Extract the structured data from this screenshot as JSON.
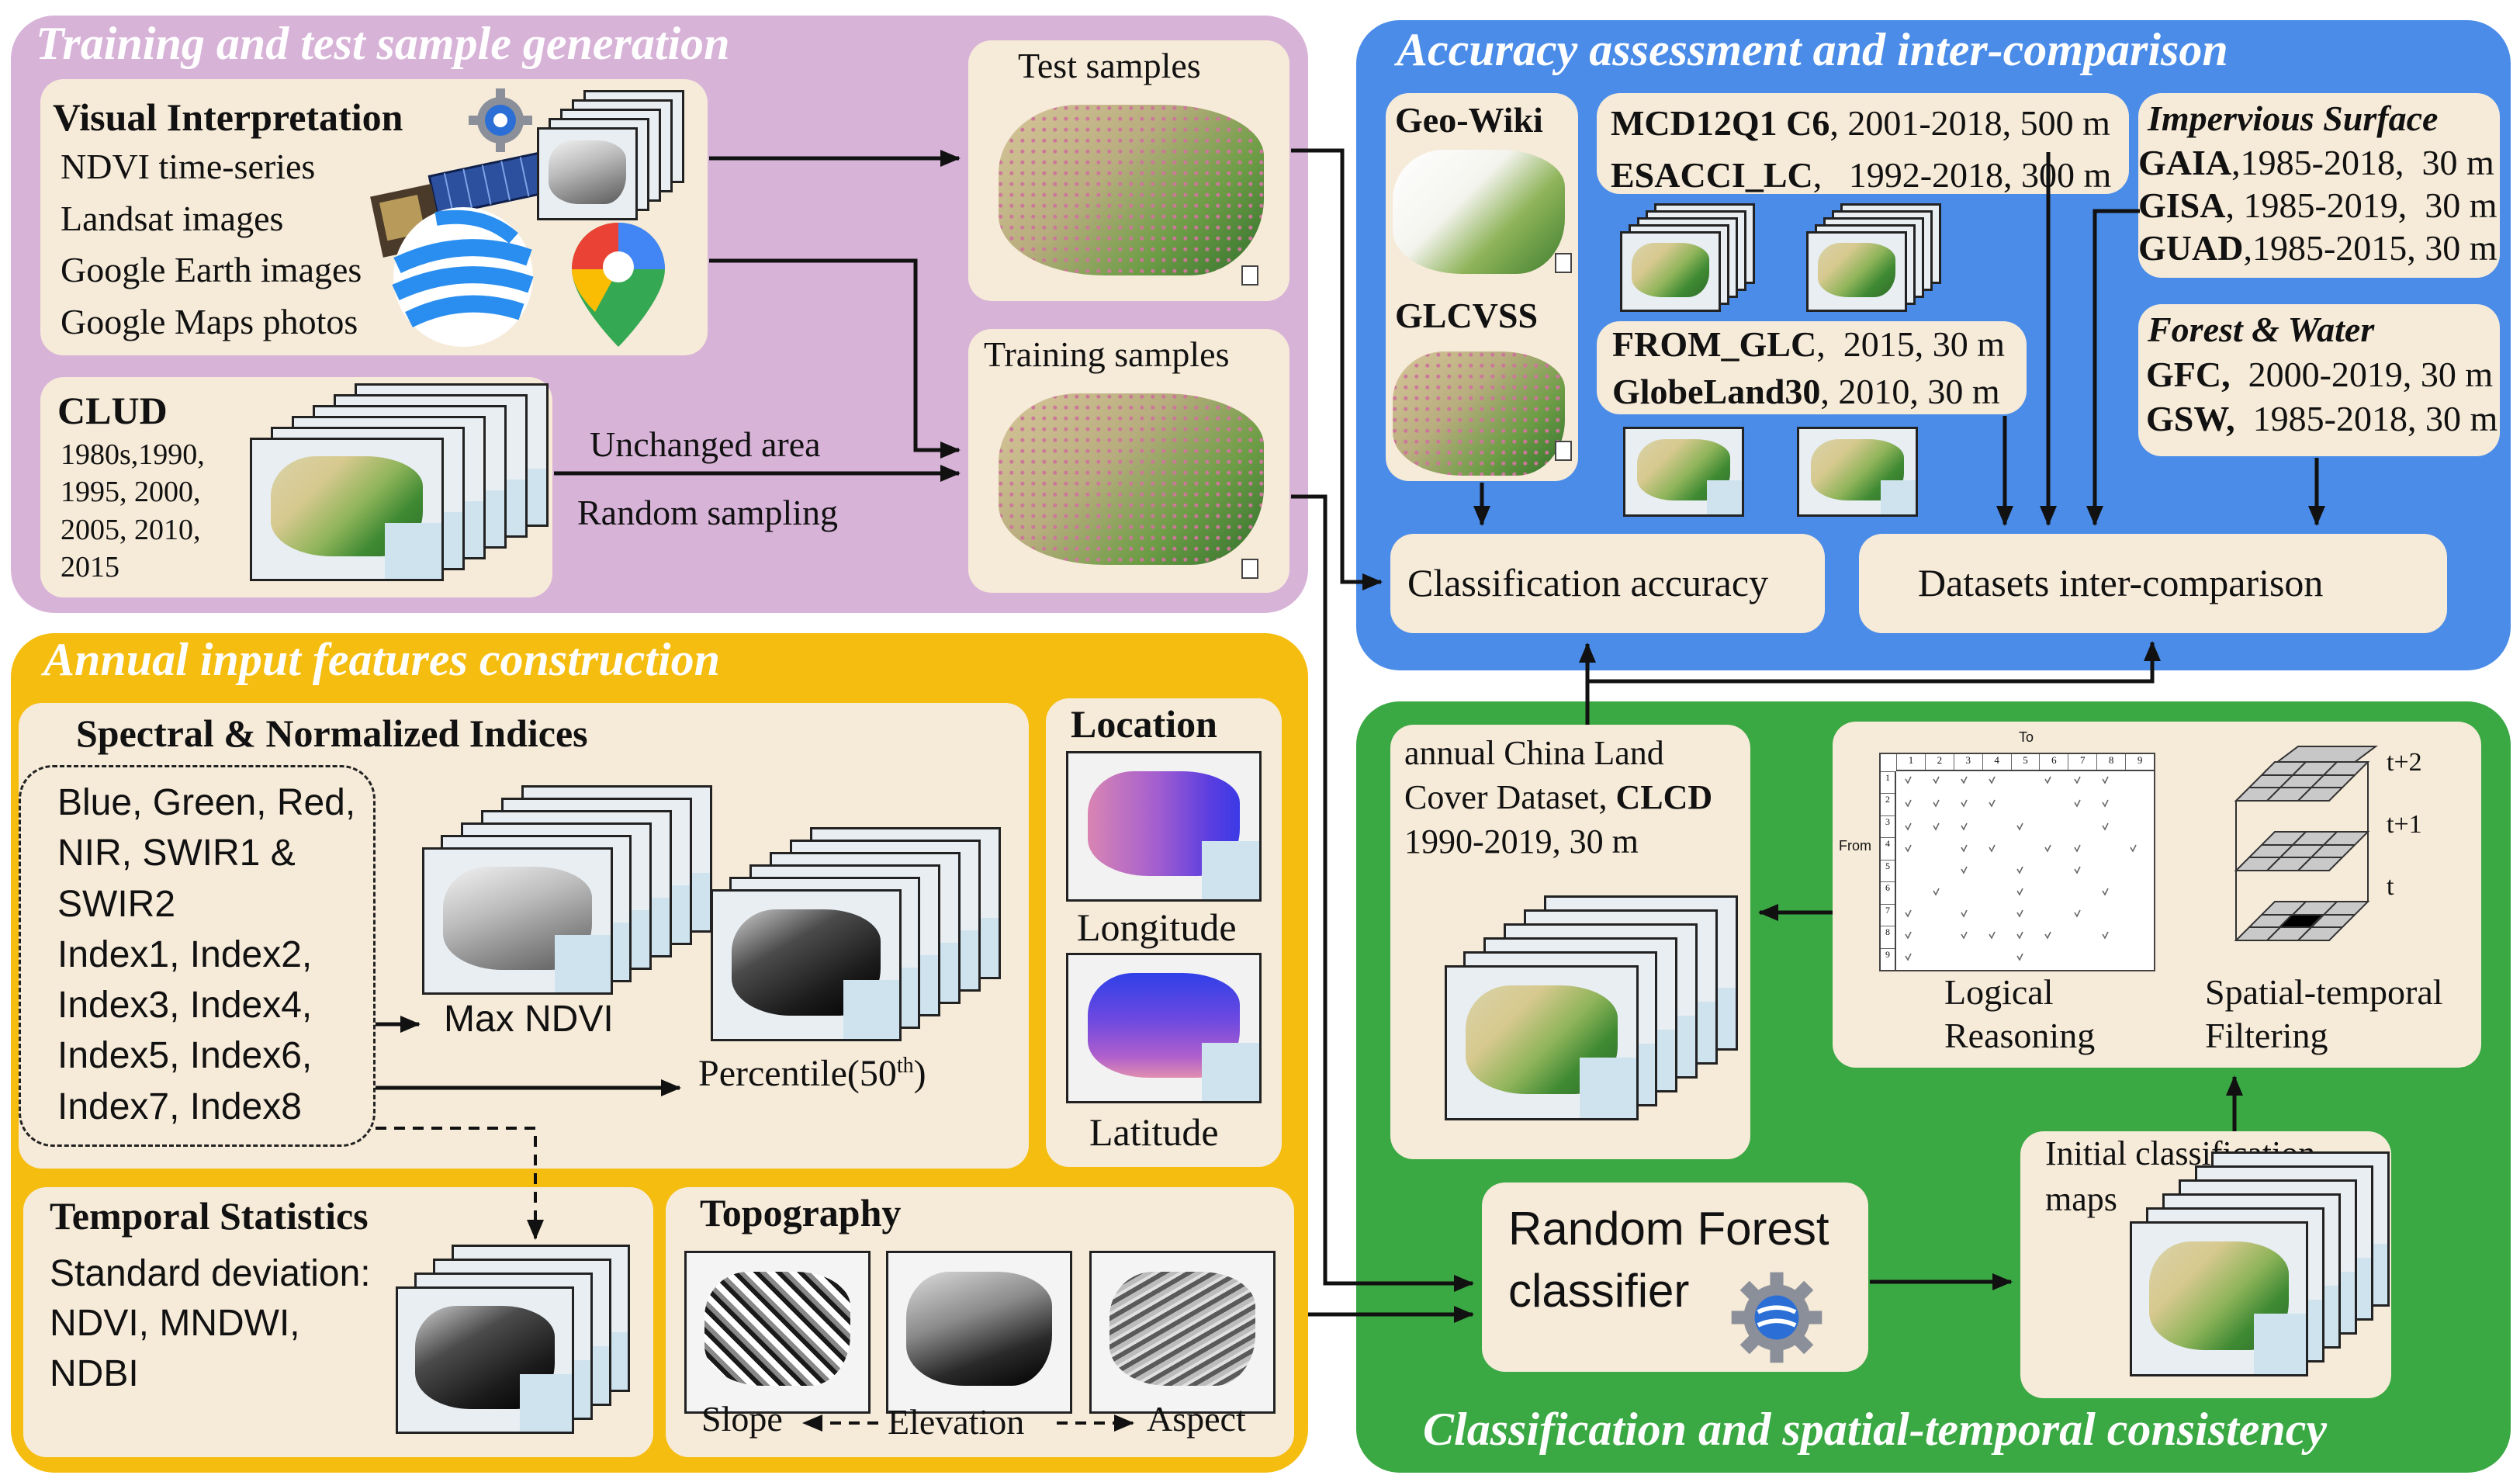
{
  "panels": {
    "training": {
      "title": "Training and test sample generation",
      "color": "#d9b3d9"
    },
    "accuracy": {
      "title": "Accuracy assessment and inter-comparison",
      "color": "#4c8ee8"
    },
    "features": {
      "title": "Annual input features construction",
      "color": "#f5bd0e"
    },
    "classification": {
      "title": "Classification and spatial-temporal consistency",
      "color": "#3aa843"
    }
  },
  "visual_interpretation": {
    "title": "Visual Interpretation",
    "items": [
      "NDVI time-series",
      "Landsat images",
      "Google Earth images",
      "Google Maps photos"
    ]
  },
  "clud": {
    "title": "CLUD",
    "years": [
      "1980s,1990,",
      "1995, 2000,",
      "2005, 2010,",
      "2015"
    ]
  },
  "flow_labels": {
    "unchanged": "Unchanged area",
    "random": "Random sampling"
  },
  "test_samples": "Test samples",
  "training_samples": "Training samples",
  "geo_wiki": "Geo-Wiki",
  "glcvss": "GLCVSS",
  "datasets_a": [
    {
      "name": "MCD12Q1 C6",
      "info": ", 2001-2018, 500 m"
    },
    {
      "name": "ESACCI_LC",
      "info": ",   1992-2018, 300 m"
    }
  ],
  "datasets_b": [
    {
      "name": "FROM_GLC",
      "info": ",  2015, 30 m"
    },
    {
      "name": "GlobeLand30",
      "info": ", 2010, 30 m"
    }
  ],
  "impervious": {
    "title": "Impervious Surface",
    "rows": [
      {
        "name": "GAIA",
        "info": ",1985-2018,  30 m"
      },
      {
        "name": "GISA",
        "info": ", 1985-2019,  30 m"
      },
      {
        "name": "GUAD",
        "info": ",1985-2015, 30 m"
      }
    ]
  },
  "forest_water": {
    "title": "Forest & Water",
    "rows": [
      {
        "name": "GFC,",
        "info": "  2000-2019, 30 m"
      },
      {
        "name": "GSW,",
        "info": "  1985-2018, 30 m"
      }
    ]
  },
  "classification_accuracy": "Classification accuracy",
  "datasets_intercomparison": "Datasets inter-comparison",
  "spectral": {
    "title": "Spectral & Normalized Indices",
    "lines": [
      "Blue, Green, Red,",
      "NIR, SWIR1 &",
      "SWIR2",
      "Index1, Index2,",
      "Index3, Index4,",
      "Index5, Index6,",
      "Index7, Index8"
    ],
    "max_ndvi": "Max NDVI",
    "percentile": "Percentile(50",
    "percentile_sup": "th",
    "percentile_end": ")"
  },
  "location": {
    "title": "Location",
    "longitude": "Longitude",
    "latitude": "Latitude"
  },
  "temporal": {
    "title": "Temporal Statistics",
    "lines": [
      "Standard deviation:",
      "NDVI, MNDWI,",
      "NDBI"
    ]
  },
  "topography": {
    "title": "Topography",
    "slope": "Slope",
    "elevation": "Elevation",
    "aspect": "Aspect"
  },
  "clcd": {
    "line1": "annual China Land",
    "line2a": "Cover Dataset, ",
    "line2b": "CLCD",
    "line3": "1990-2019, 30 m"
  },
  "logic": {
    "to": "To",
    "from": "From",
    "cols": [
      "1",
      "2",
      "3",
      "4",
      "5",
      "6",
      "7",
      "8",
      "9"
    ],
    "logical_1": "Logical",
    "logical_2": "Reasoning",
    "spatial_1": "Spatial-temporal",
    "spatial_2": "Filtering",
    "t2": "t+2",
    "t1": "t+1",
    "t0": "t"
  },
  "random_forest": {
    "line1": "Random Forest",
    "line2": "classifier"
  },
  "initial_maps": {
    "line1": "Initial classification",
    "line2": "maps"
  },
  "colors": {
    "box_bg": "#f6ead8",
    "arrow": "#111111",
    "title_text": "#ffffff"
  },
  "icons": [
    "gear-icon",
    "satellite-icon",
    "google-earth-icon",
    "google-maps-pin-icon"
  ]
}
